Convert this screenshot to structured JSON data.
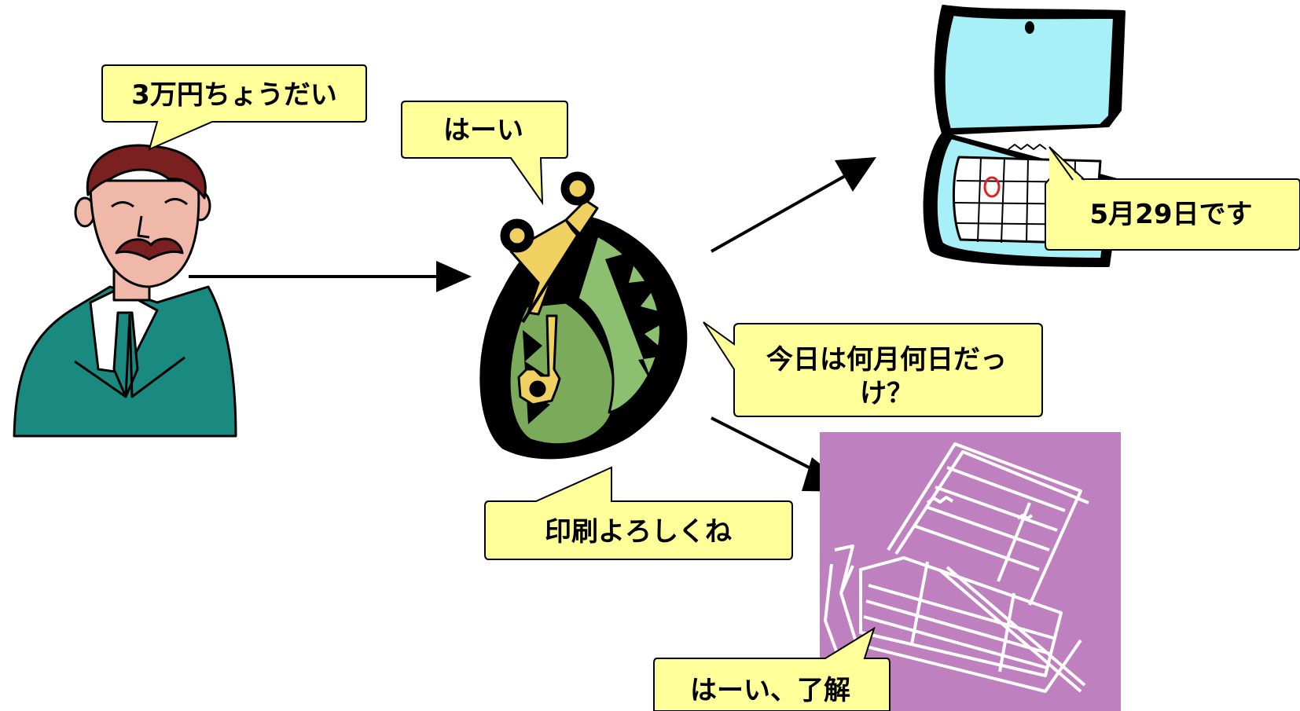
{
  "bubbles": {
    "man": "3万円ちょうだい",
    "wallet_reply": "はーい",
    "calendar_reply": "5月29日です",
    "wallet_question_line1": "今日は何月何日だっ",
    "wallet_question_line2": "け？",
    "print_request": "印刷よろしくね",
    "ledger_reply": "はーい、了解"
  },
  "icons": {
    "man": "businessman-icon",
    "wallet": "coin-purse-icon",
    "calendar": "calendar-icon",
    "ledger": "ledger-book-icon"
  },
  "colors": {
    "bubble_fill": "#ffff99",
    "suit": "#1a8a80",
    "skin": "#f0b8a8",
    "hair": "#7a2020",
    "purse_green": "#7aaa5a",
    "purse_clasp": "#f0d060",
    "calendar_blue": "#a8f0f8",
    "ledger_purple": "#bf80c0"
  }
}
